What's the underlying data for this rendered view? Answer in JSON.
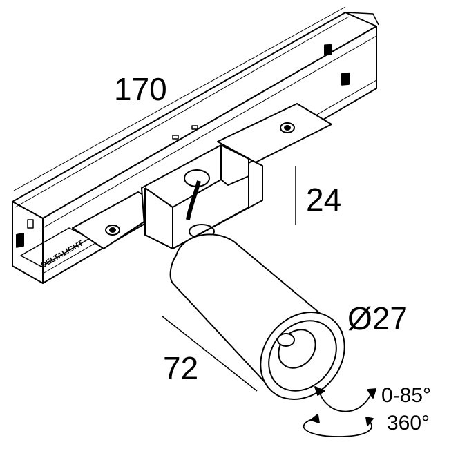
{
  "dimensions": {
    "length": "170",
    "height": "24",
    "depth": "72",
    "diameter": "Ø27"
  },
  "rotation": {
    "tilt": "0-85°",
    "pan": "360°"
  },
  "logo_text": "DELTALIGHT",
  "colors": {
    "line": "#000000",
    "background": "#ffffff"
  }
}
